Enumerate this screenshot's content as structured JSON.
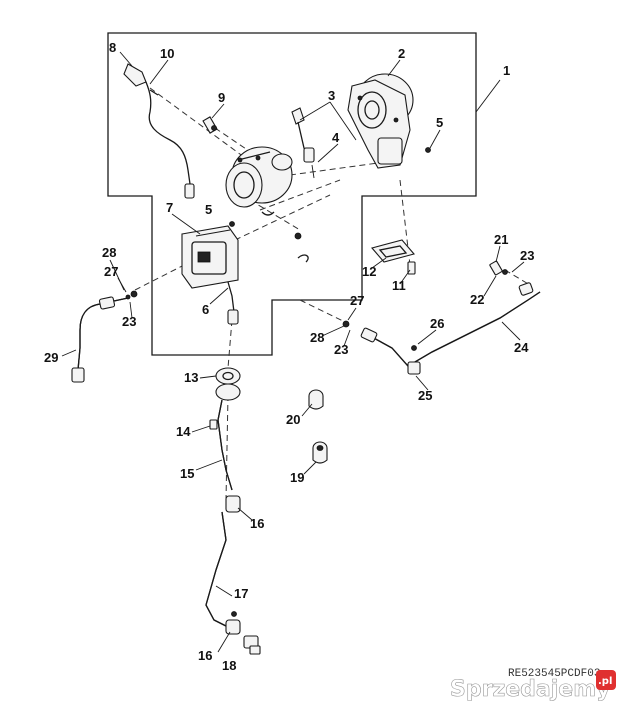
{
  "diagram": {
    "part_labels": [
      "1",
      "2",
      "3",
      "4",
      "5",
      "5",
      "6",
      "7",
      "8",
      "9",
      "10",
      "11",
      "12",
      "13",
      "14",
      "15",
      "16",
      "16",
      "17",
      "18",
      "19",
      "20",
      "21",
      "22",
      "23",
      "23",
      "23",
      "24",
      "25",
      "26",
      "27",
      "27",
      "28",
      "28",
      "29"
    ],
    "reference_code": "RE523545PCDF03",
    "watermark": {
      "text": "Sprzedajemy",
      "badge": ".pl"
    }
  }
}
